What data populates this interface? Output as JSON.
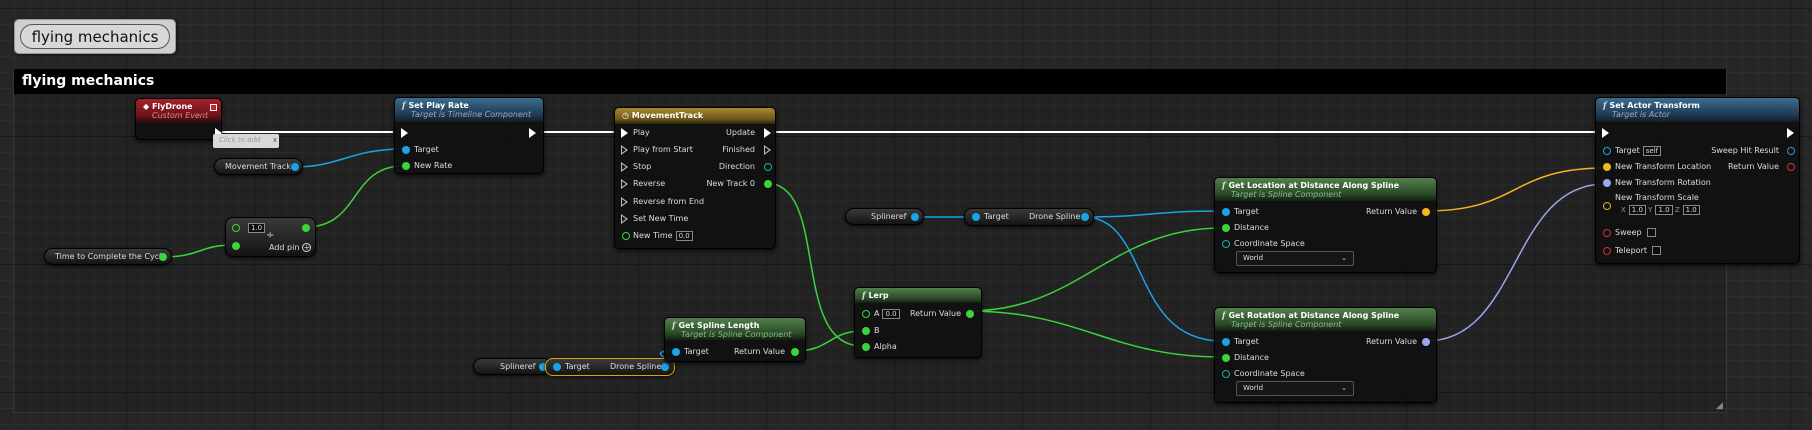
{
  "comment": {
    "bubble_text": "flying mechanics",
    "header_text": "flying mechanics"
  },
  "event_node": {
    "title": "FlyDrone",
    "subtitle": "Custom Event",
    "click_to_add": "Click to add",
    "click_to_add_close": "x"
  },
  "movement_track_var": {
    "label": "Movement Track"
  },
  "time_cycle_var": {
    "label": "Time to Complete the Cycle"
  },
  "divide_node": {
    "input_value": "1.0",
    "operator": "÷",
    "add_pin_label": "Add pin",
    "add_pin_icon": "+"
  },
  "set_play_rate": {
    "title": "Set Play Rate",
    "subtitle": "Target is Timeline Component",
    "pins": {
      "target": "Target",
      "new_rate": "New Rate"
    }
  },
  "movement_track_node": {
    "title": "MovementTrack",
    "inputs": [
      "Play",
      "Play from Start",
      "Stop",
      "Reverse",
      "Reverse from End",
      "Set New Time",
      "New Time"
    ],
    "new_time_value": "0.0",
    "outputs": [
      "Update",
      "Finished",
      "Direction",
      "New Track 0"
    ]
  },
  "get_spline_length": {
    "title": "Get Spline Length",
    "subtitle": "Target is Spline Component",
    "target": "Target",
    "return_value": "Return Value"
  },
  "splineref_bottom": {
    "splineref": "Splineref",
    "target": "Target",
    "drone_spline": "Drone Spline"
  },
  "splineref_top": {
    "splineref": "Splineref",
    "target": "Target",
    "drone_spline": "Drone Spline"
  },
  "lerp_node": {
    "title": "Lerp",
    "a_label": "A",
    "a_value": "0.0",
    "b_label": "B",
    "alpha_label": "Alpha",
    "return_value": "Return Value"
  },
  "get_location": {
    "title": "Get Location at Distance Along Spline",
    "subtitle": "Target is Spline Component",
    "target": "Target",
    "distance": "Distance",
    "coordinate_space": "Coordinate Space",
    "coordinate_value": "World",
    "return_value": "Return Value"
  },
  "get_rotation": {
    "title": "Get Rotation at Distance Along Spline",
    "subtitle": "Target is Spline Component",
    "target": "Target",
    "distance": "Distance",
    "coordinate_space": "Coordinate Space",
    "coordinate_value": "World",
    "return_value": "Return Value"
  },
  "set_actor_transform": {
    "title": "Set Actor Transform",
    "subtitle": "Target is Actor",
    "target": "Target",
    "target_value": "self",
    "new_location": "New Transform Location",
    "new_rotation": "New Transform Rotation",
    "new_scale": "New Transform Scale",
    "scale_x_label": "X",
    "scale_x": "1.0",
    "scale_y_label": "Y",
    "scale_y": "1.0",
    "scale_z_label": "Z",
    "scale_z": "1.0",
    "sweep": "Sweep",
    "teleport": "Teleport",
    "sweep_hit_result": "Sweep Hit Result",
    "return_value": "Return Value"
  },
  "icons": {
    "function": "f",
    "event": "event-diamond-icon",
    "timeline": "clock-icon",
    "dropdown": "chevron-down-icon",
    "resize": "resize-grip-icon"
  },
  "colors": {
    "exec_wire": "#ffffff",
    "object_wire": "#1aa3e8",
    "float_wire": "#3bd43b",
    "vector_wire": "#f0b820",
    "rotator_wire": "#9aa6f0"
  }
}
